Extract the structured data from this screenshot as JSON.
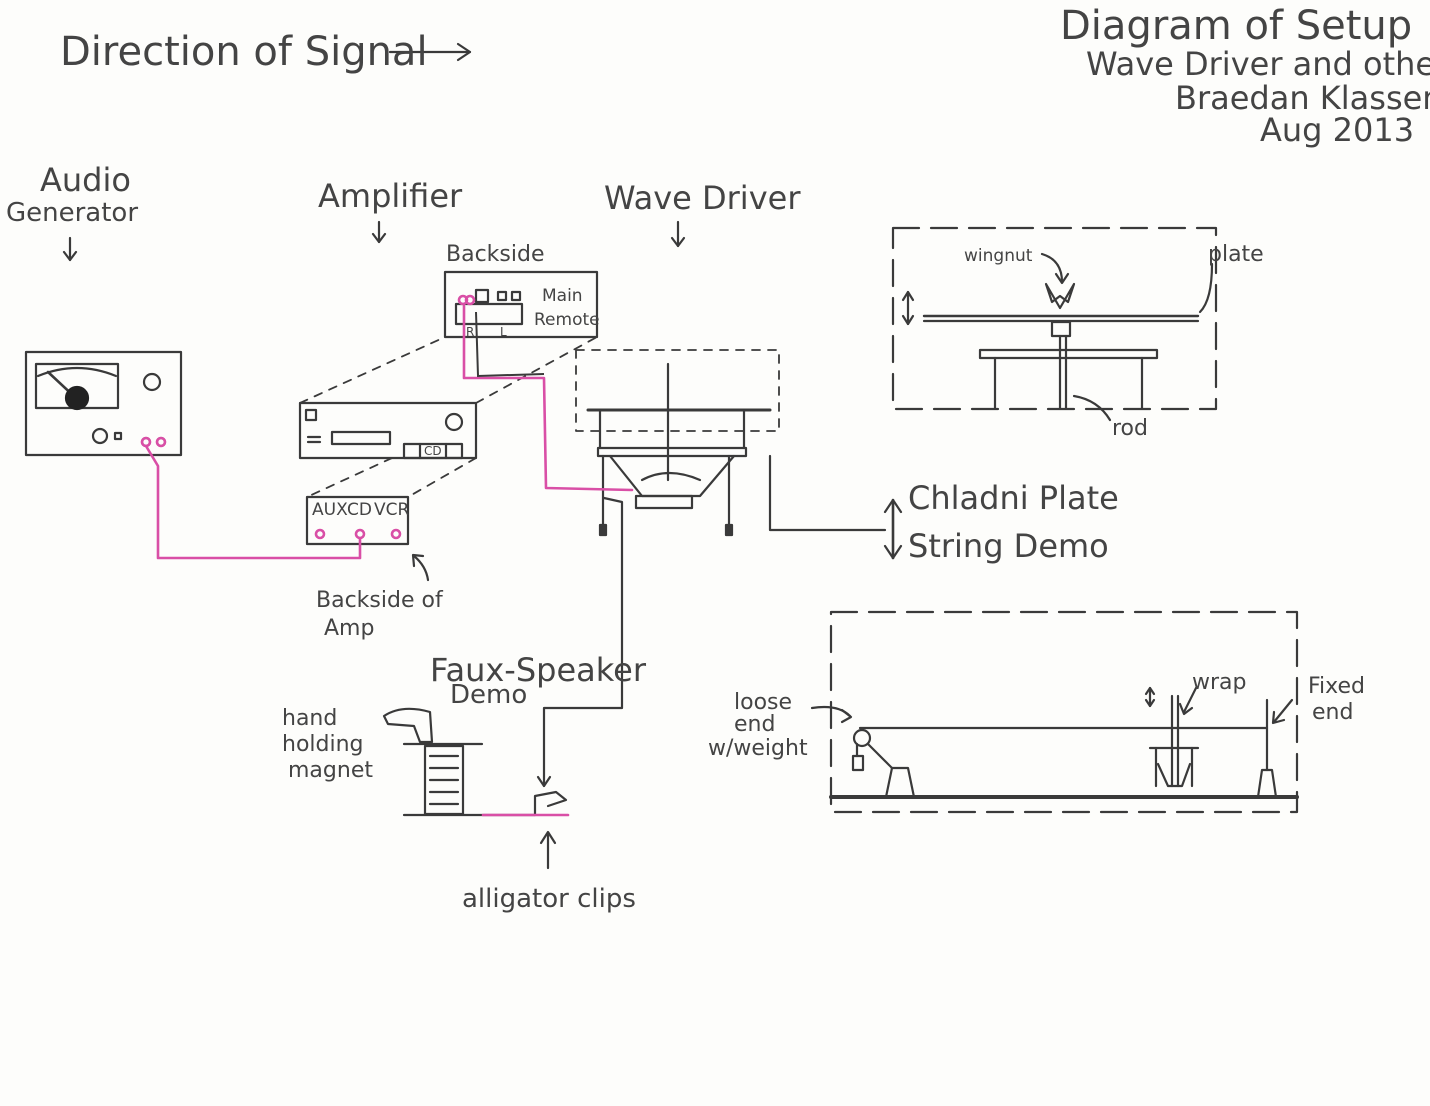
{
  "header": {
    "direction": "Direction of Signal",
    "title": "Diagram of Setup",
    "subtitle": "Wave Driver and others",
    "author": "Braedan Klassen",
    "date": "Aug 2013"
  },
  "labels": {
    "audio_generator_1": "Audio",
    "audio_generator_2": "Generator",
    "amplifier": "Amplifier",
    "wave_driver": "Wave Driver",
    "backside": "Backside",
    "main": "Main",
    "remote": "Remote",
    "r": "R",
    "l": "L",
    "cd_button": "CD",
    "aux": "AUX",
    "cd": "CD",
    "vcr": "VCR",
    "backside_of_amp_1": "Backside of",
    "backside_of_amp_2": "Amp",
    "chladni": "Chladni Plate",
    "string_demo": "String Demo",
    "wingnut": "wingnut",
    "plate": "plate",
    "rod": "rod",
    "faux_1": "Faux-Speaker",
    "faux_2": "Demo",
    "hand_1": "hand",
    "hand_2": "holding",
    "hand_3": "magnet",
    "alligator": "alligator clips",
    "loose_1": "loose",
    "loose_2": "end",
    "loose_3": "w/weight",
    "wrap": "wrap",
    "fixed_1": "Fixed",
    "fixed_2": "end"
  },
  "colors": {
    "ink": "#3a3a3a",
    "wire": "#d94fa6",
    "paper": "#fdfdfb"
  }
}
